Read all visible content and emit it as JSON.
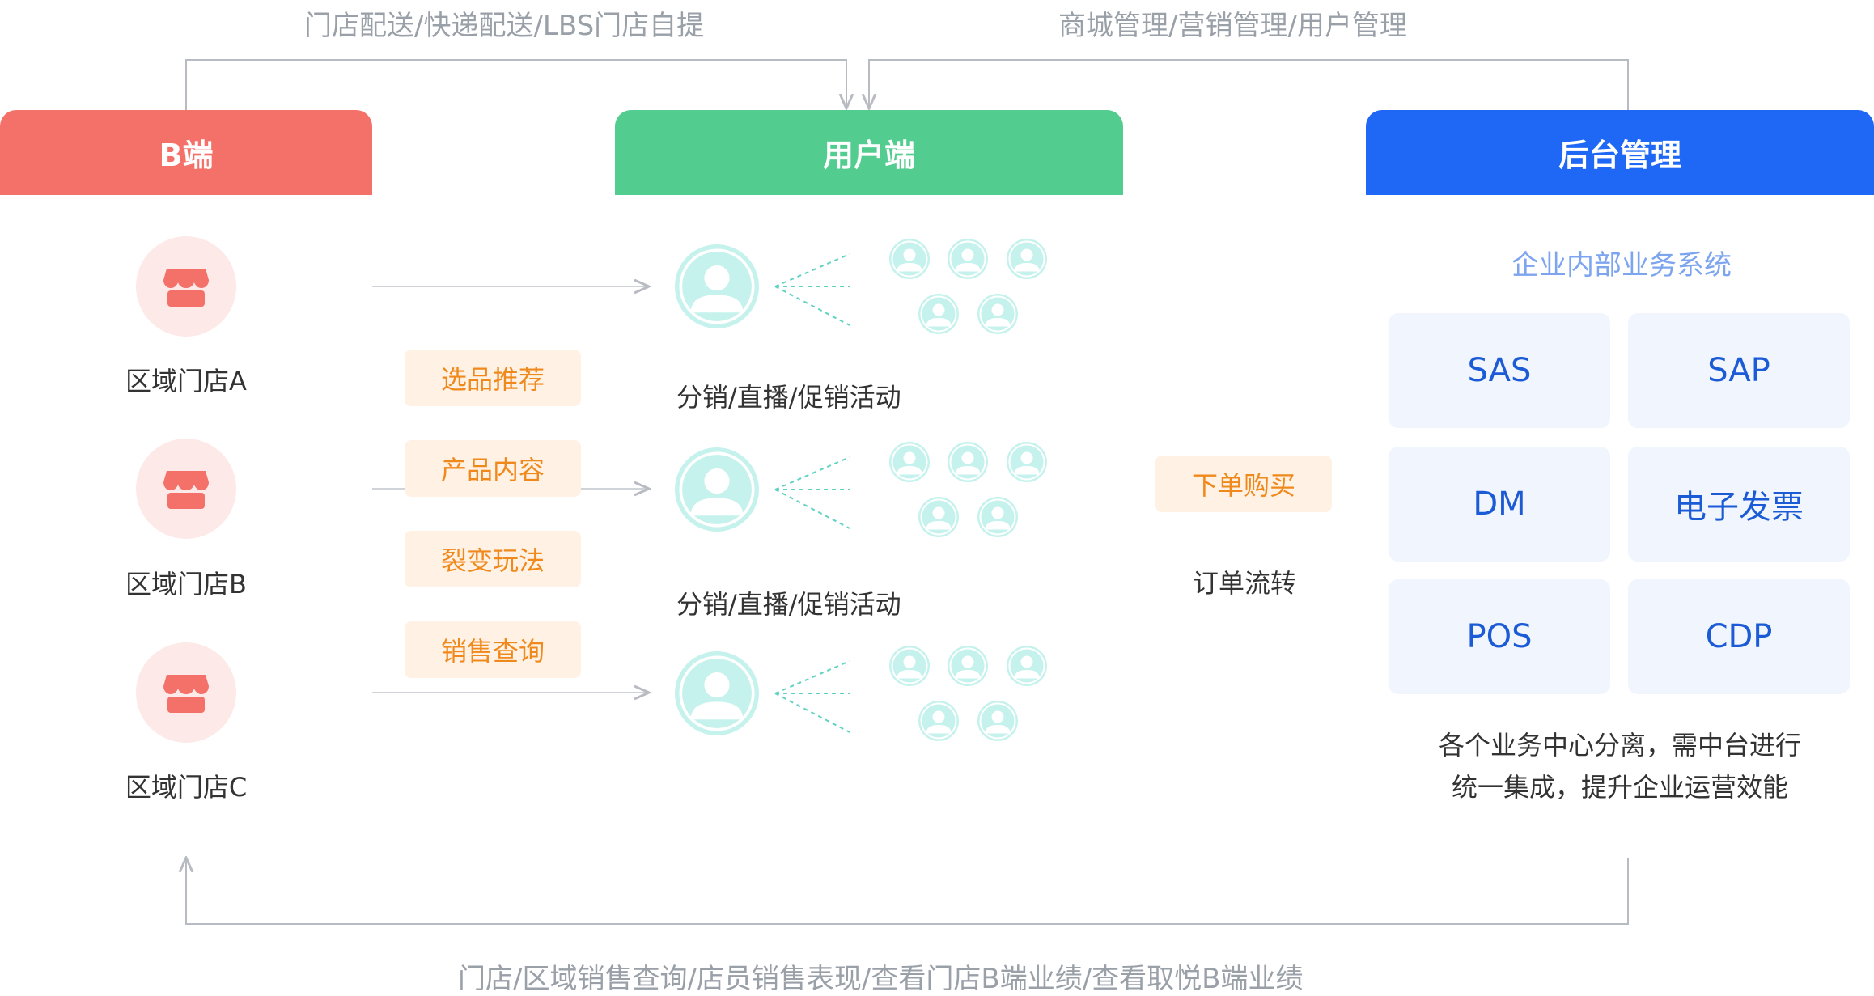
{
  "top_captions": {
    "left": "门店配送/快递配送/LBS门店自提",
    "right": "商城管理/营销管理/用户管理"
  },
  "bottom_caption": "门店/区域销售查询/店员销售表现/查看门店B端业绩/查看取悦B端业绩",
  "columns": {
    "b": {
      "title": "B端",
      "color": "#f4716a"
    },
    "user": {
      "title": "用户端",
      "color": "#52cc8f"
    },
    "admin": {
      "title": "后台管理",
      "color": "#1e68f5"
    }
  },
  "stores": [
    {
      "label": "区域门店A"
    },
    {
      "label": "区域门店B"
    },
    {
      "label": "区域门店C"
    }
  ],
  "features": [
    {
      "label": "选品推荐"
    },
    {
      "label": "产品内容"
    },
    {
      "label": "裂变玩法"
    },
    {
      "label": "销售查询"
    }
  ],
  "activity_labels": [
    "分销/直播/促销活动",
    "分销/直播/促销活动"
  ],
  "order": {
    "chip": "下单购买",
    "caption": "订单流转"
  },
  "systems": {
    "title": "企业内部业务系统",
    "tiles": [
      "SAS",
      "SAP",
      "DM",
      "电子发票",
      "POS",
      "CDP"
    ]
  },
  "admin_note": {
    "line1": "各个业务中心分离，需中台进行",
    "line2": "统一集成，提升企业运营效能"
  },
  "colors": {
    "connector": "#b8bcc2",
    "user_icon": "#c5f2ec",
    "user_icon_fg": "#ffffff",
    "dash": "#5fd3c3",
    "store_icon": "#f4716a",
    "store_bg": "#fde9e7"
  }
}
